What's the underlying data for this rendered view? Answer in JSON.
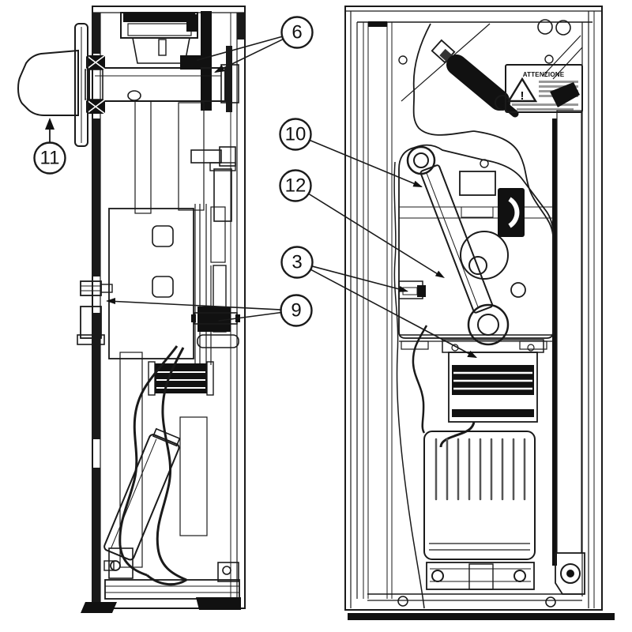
{
  "diagram": {
    "callouts": [
      {
        "label": "6"
      },
      {
        "label": "11"
      },
      {
        "label": "10"
      },
      {
        "label": "12"
      },
      {
        "label": "3"
      },
      {
        "label": "9"
      }
    ],
    "warning_label": {
      "title": "ATTENZIONE",
      "exclamation": "!"
    },
    "colors": {
      "line": "#1a1a1a",
      "background": "#ffffff",
      "fill_dark": "#111111"
    }
  }
}
